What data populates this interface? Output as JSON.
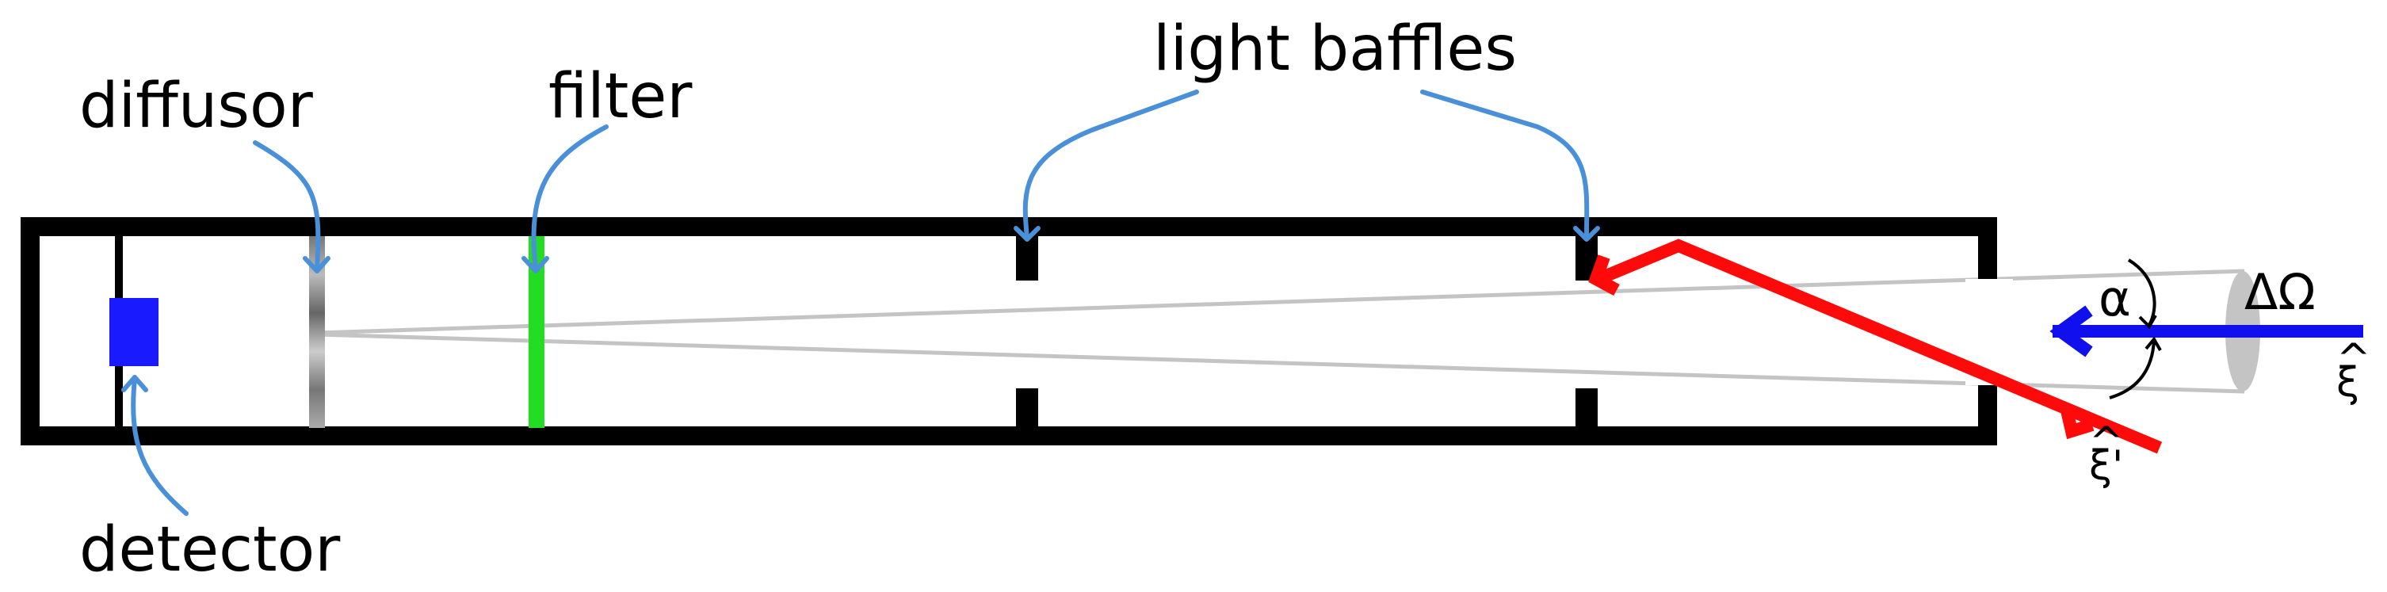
{
  "labels": {
    "diffusor": "diffusor",
    "filter": "filter",
    "light_baffles": "light baffles",
    "detector": "detector",
    "alpha": "α",
    "delta_omega": "ΔΩ",
    "xi": "ξ",
    "xi_prime": "ξ'",
    "hat": "^"
  },
  "colors": {
    "tube": "#000000",
    "annotation": "#4a90d9",
    "detector": "#1a1aff",
    "filter": "#22dd22",
    "stray_ray": "#ff0a0a",
    "signal_ray": "#1010ee",
    "cone": "#c4c4c4",
    "diffusor": "#8a8a8a"
  }
}
